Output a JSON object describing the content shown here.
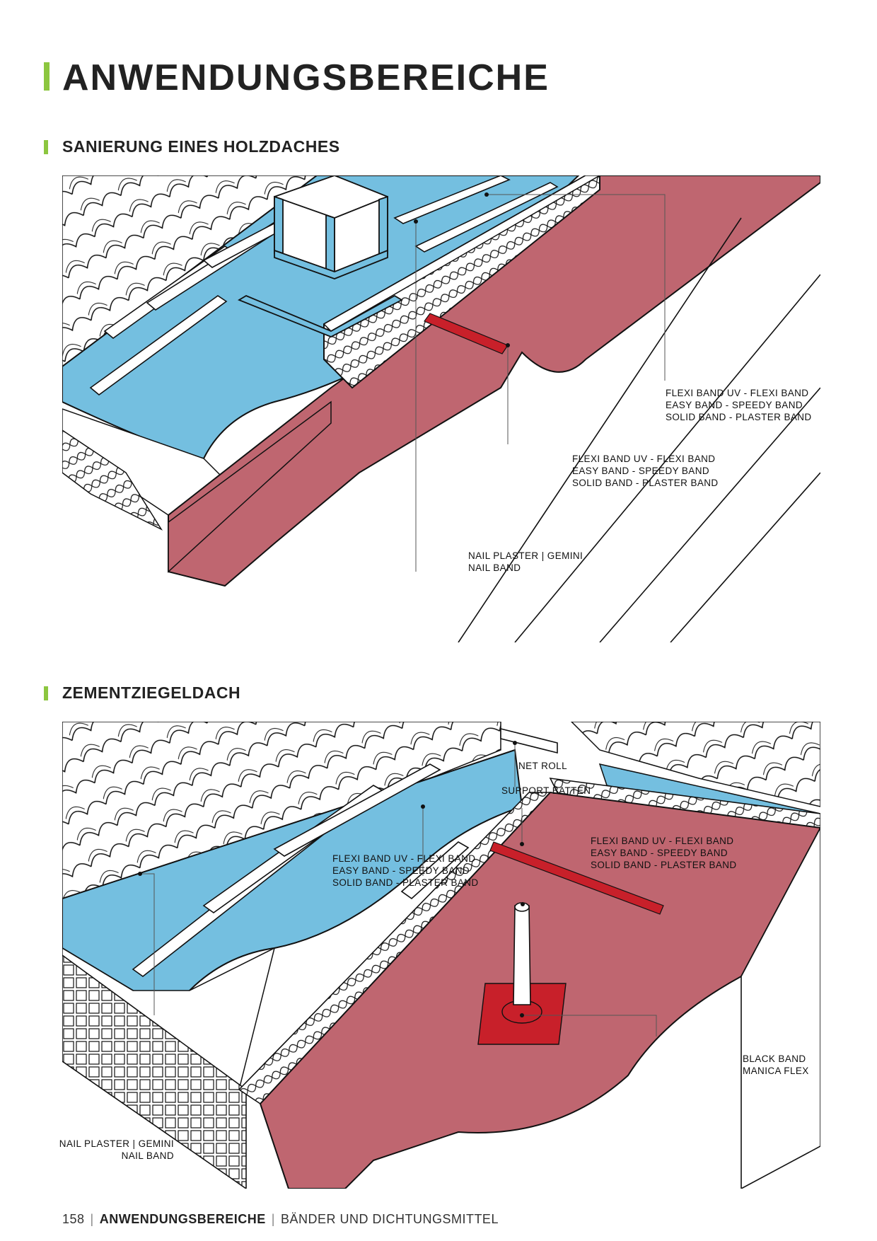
{
  "page": {
    "title": "ANWENDUNGSBEREICHE",
    "accent_color": "#8cc63f",
    "membrane_blue": "#74bfe0",
    "membrane_red": "#bf6670",
    "tape_red": "#c8202a"
  },
  "section1": {
    "title": "SANIERUNG EINES HOLZDACHES",
    "labels": {
      "top_right": [
        "FLEXI BAND UV - FLEXI BAND",
        "EASY BAND - SPEEDY BAND",
        "SOLID BAND - PLASTER BAND"
      ],
      "mid": [
        "FLEXI BAND UV - FLEXI BAND",
        "EASY BAND - SPEEDY BAND",
        "SOLID BAND - PLASTER BAND"
      ],
      "nail": [
        "NAIL PLASTER | GEMINI",
        "NAIL BAND"
      ]
    }
  },
  "section2": {
    "title": "ZEMENTZIEGELDACH",
    "labels": {
      "net_roll": "NET ROLL",
      "support_batten": "SUPPORT BATTEN",
      "left_bands": [
        "FLEXI BAND UV - FLEXI BAND",
        "EASY BAND - SPEEDY BAND",
        "SOLID BAND - PLASTER BAND"
      ],
      "right_bands": [
        "FLEXI BAND UV - FLEXI BAND",
        "EASY BAND - SPEEDY BAND",
        "SOLID BAND - PLASTER BAND"
      ],
      "black_band": [
        "BLACK BAND",
        "MANICA FLEX"
      ],
      "nail": [
        "NAIL PLASTER | GEMINI",
        "NAIL BAND"
      ]
    }
  },
  "footer": {
    "page_number": "158",
    "section": "ANWENDUNGSBEREICHE",
    "subtitle": "BÄNDER UND DICHTUNGSMITTEL"
  }
}
